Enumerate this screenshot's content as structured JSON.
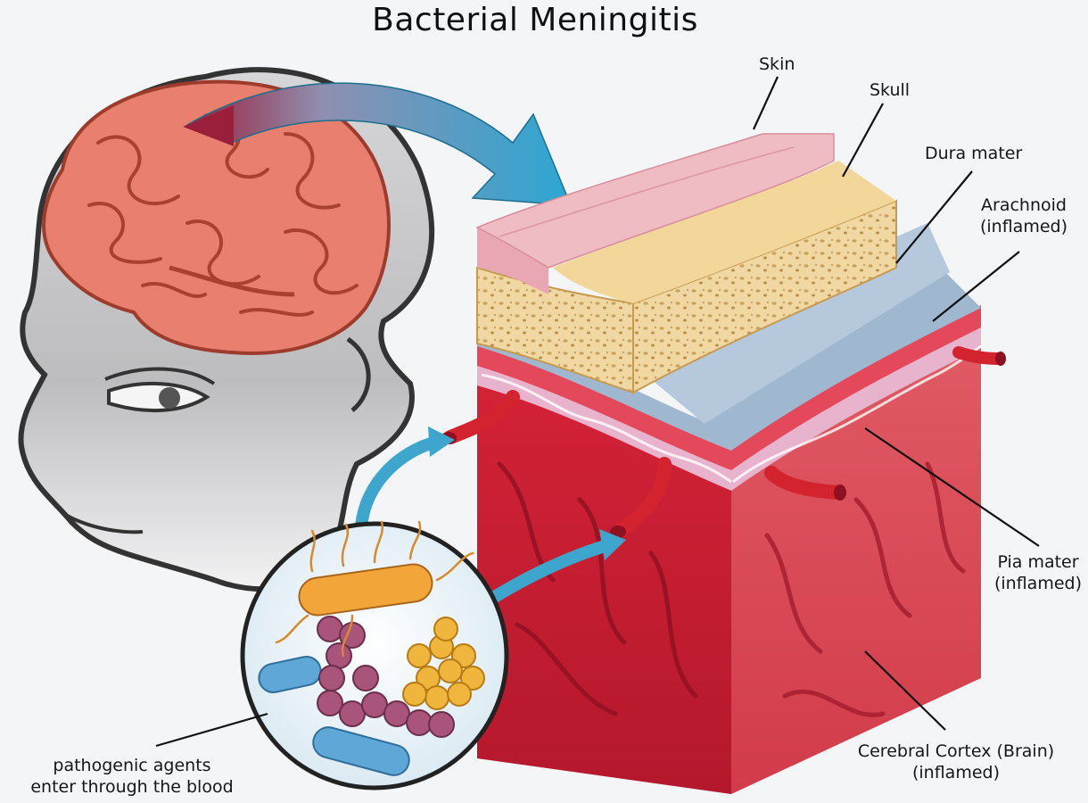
{
  "title": "Bacterial Meningitis",
  "labels": {
    "skin": "Skin",
    "skull": "Skull",
    "dura": "Dura mater",
    "arachnoid_line1": "Arachnoid",
    "arachnoid_line2": "(inflamed)",
    "pia_line1": "Pia mater",
    "pia_line2": "(inflamed)",
    "cortex_line1": "Cerebral Cortex (Brain)",
    "cortex_line2": "(inflamed)",
    "pathogen_line1": "pathogenic agents",
    "pathogen_line2": "enter through the blood"
  },
  "colors": {
    "brain": "#e9806f",
    "skin": "#f0bcc4",
    "skull": "#f3d79a",
    "dura": "#9fb7cf",
    "arachnoid": "#e4485b",
    "cortex": "#c41f33",
    "arrow": "#3ea6cc"
  }
}
